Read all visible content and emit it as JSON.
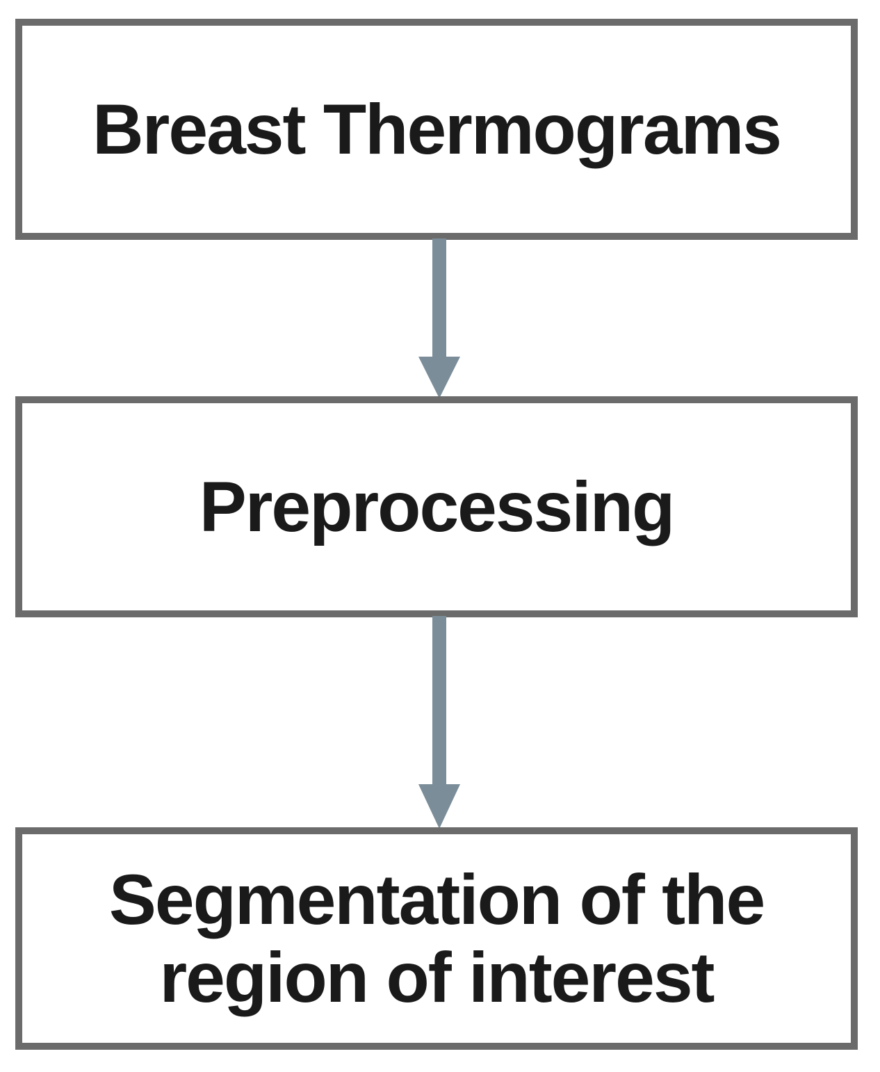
{
  "flow": {
    "steps": [
      {
        "label": "Breast Thermograms"
      },
      {
        "label": "Preprocessing"
      },
      {
        "label": "Segmentation of the region of interest",
        "lines": [
          "Segmentation of the",
          "region of interest"
        ]
      }
    ],
    "box_border_color": "#6b6b6b",
    "arrow_color": "#7b8d99",
    "text_color": "#1a1a1a"
  }
}
